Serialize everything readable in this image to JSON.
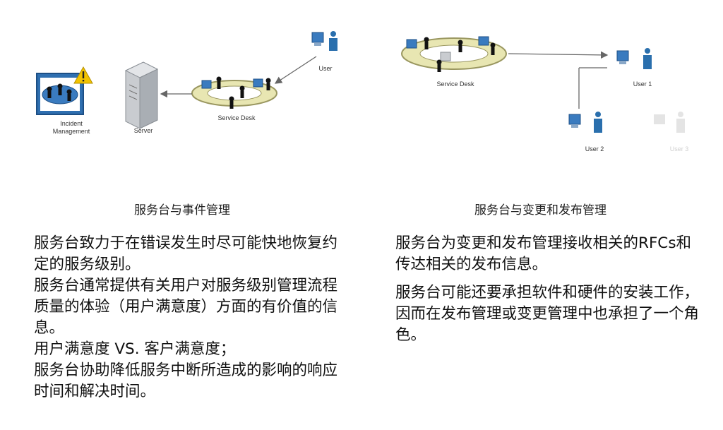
{
  "left_diagram": {
    "incident_management_label": "Incident Management",
    "server_label": "Server",
    "service_desk_label": "Service Desk",
    "user_label": "User"
  },
  "right_diagram": {
    "service_desk_label": "Service Desk",
    "user1_label": "User 1",
    "user2_label": "User 2",
    "user3_label": "User 3"
  },
  "captions": {
    "left": "服务台与事件管理",
    "right": "服务台与变更和发布管理"
  },
  "left_text": {
    "p1": "服务台致力于在错误发生时尽可能快地恢复约定的服务级别。",
    "p2": "服务台通常提供有关用户对服务级别管理流程质量的体验（用户满意度）方面的有价值的信息。",
    "p3": "用户满意度 VS. 客户满意度；",
    "p4": "服务台协助降低服务中断所造成的影响的响应时间和解决时间。"
  },
  "right_text": {
    "p1": "服务台为变更和发布管理接收相关的RFCs和传达相关的发布信息。",
    "p2": "服务台可能还要承担软件和硬件的安装工作，因而在发布管理或变更管理中也承担了一个角色。"
  },
  "colors": {
    "ring": "#e8e6b2",
    "user_blue": "#2a6fad",
    "warning": "#f2c300"
  },
  "icons": [
    "warning-icon",
    "server-icon",
    "user-icon",
    "computer-icon",
    "person-icon"
  ]
}
